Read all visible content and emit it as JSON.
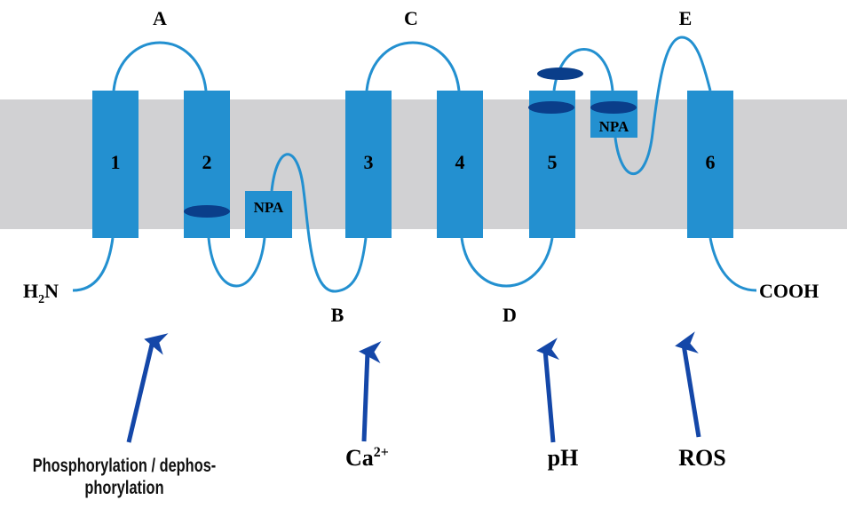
{
  "colors": {
    "membrane": "#d1d1d3",
    "helix": "#2390d0",
    "loop": "#2390d0",
    "residue": "#0a3e8a",
    "arrow": "#1447a8",
    "text": "#000000"
  },
  "helices": [
    {
      "id": "1",
      "label": "1"
    },
    {
      "id": "2",
      "label": "2"
    },
    {
      "id": "3",
      "label": "3"
    },
    {
      "id": "4",
      "label": "4"
    },
    {
      "id": "5",
      "label": "5"
    },
    {
      "id": "6",
      "label": "6"
    }
  ],
  "npa_motifs": [
    {
      "label": "NPA",
      "loop": "B"
    },
    {
      "label": "NPA",
      "loop": "E"
    }
  ],
  "loops": {
    "A": "A",
    "B": "B",
    "C": "C",
    "D": "D",
    "E": "E"
  },
  "termini": {
    "n_terminus": "H",
    "n_sub": "2",
    "n_atom": "N",
    "c_terminus": "COOH"
  },
  "regulators": [
    {
      "line1": "Phosphorylation / dephos-",
      "line2": "phorylation"
    },
    {
      "base": "Ca",
      "sup": "2+"
    },
    {
      "label": "pH"
    },
    {
      "label": "ROS"
    }
  ]
}
